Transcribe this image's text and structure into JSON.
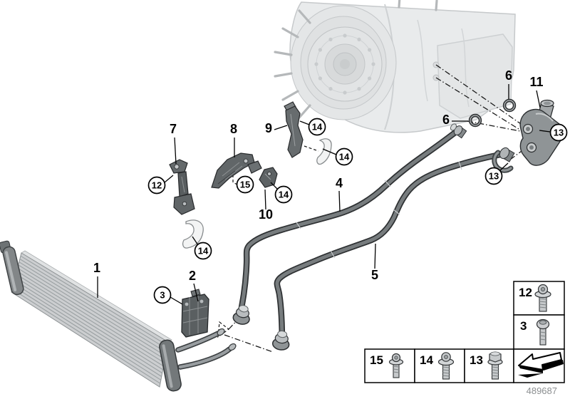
{
  "figure": {
    "drawing_number": "489687",
    "labels": {
      "n1": "1",
      "n2": "2",
      "n4": "4",
      "n5": "5",
      "n6": "6",
      "n7": "7",
      "n8": "8",
      "n9": "9",
      "n10": "10",
      "n11": "11"
    },
    "circled": {
      "c3": "3",
      "c12": "12",
      "c13": "13",
      "c14": "14",
      "c15": "15"
    },
    "legend": {
      "cells": [
        {
          "label": "12",
          "icon": "torx-flange-bolt"
        },
        {
          "label": "3",
          "icon": "pan-head-torx-screw"
        },
        {
          "label": "15",
          "icon": "torx-screw"
        },
        {
          "label": "14",
          "icon": "torx-flange-screw"
        },
        {
          "label": "13",
          "icon": "hex-flange-bolt"
        }
      ],
      "arrow_icon": "direction-of-travel-arrow"
    },
    "colors": {
      "background": "#ffffff",
      "line_art": "#000000",
      "ghost_gray": "#d9dcdd",
      "part_gray": "#61666 8",
      "ref_number_gray": "#8c8f91"
    }
  }
}
